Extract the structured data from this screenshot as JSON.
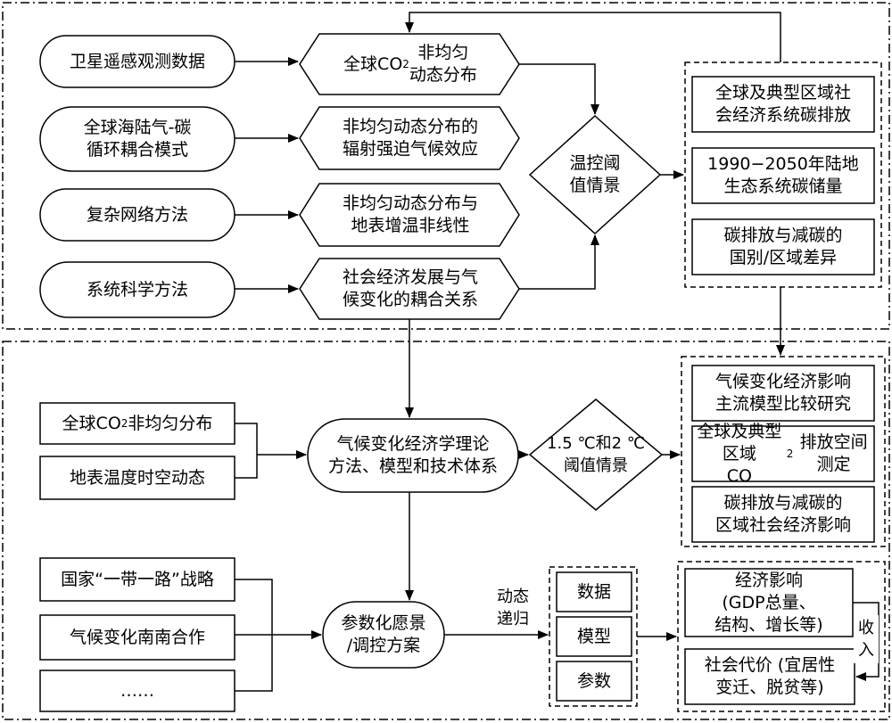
{
  "sources": {
    "satellite": "卫星遥感观测数据",
    "carbon_model": "全球海陆气-碳\n循环耦合模式",
    "network": "复杂网络方法",
    "system_sci": "系统科学方法",
    "co2_dist": "全球CO2非均匀分布",
    "temp_dyn": "地表温度时空动态",
    "belt_road": "国家“一带一路”战略",
    "south_south": "气候变化南南合作",
    "ellipsis": "……"
  },
  "research": {
    "co2_dynamic": "全球CO2非均匀\n动态分布",
    "radiative": "非均匀动态分布的\n辐射强迫气候效应",
    "warming": "非均匀动态分布与\n地表增温非线性",
    "coupling": "社会经济发展与气\n候变化的耦合关系"
  },
  "decisions": {
    "temp_threshold": "温控阈\n值情景",
    "threshold_15_2": "1.5 ℃和2 ℃\n阈值情景"
  },
  "core": {
    "theory": "气候变化经济学理论\n方法、模型和技术体系",
    "scenario": "参数化愿景\n/调控方案"
  },
  "outputs_top": {
    "emission": "全球及典型区域社\n会经济系统碳排放",
    "storage": "1990−2050年陆地\n生态系统碳储量",
    "diff": "碳排放与减碳的\n国别/区域差异"
  },
  "outputs_mid": {
    "compare": "气候变化经济影响\n主流模型比较研究",
    "measure": "全球及典型区域\nCO2排放空间测定",
    "impact": "碳排放与减碳的\n区域社会经济影响"
  },
  "dmp": {
    "data": "数据",
    "model": "模型",
    "param": "参数"
  },
  "outputs_bottom": {
    "econ": "经济影响\n(GDP总量、\n结构、增长等)",
    "social": "社会代价 (宜居性\n变迁、脱贫等)"
  },
  "annotations": {
    "recursion": "动态\n递归",
    "income": "收\n入"
  }
}
